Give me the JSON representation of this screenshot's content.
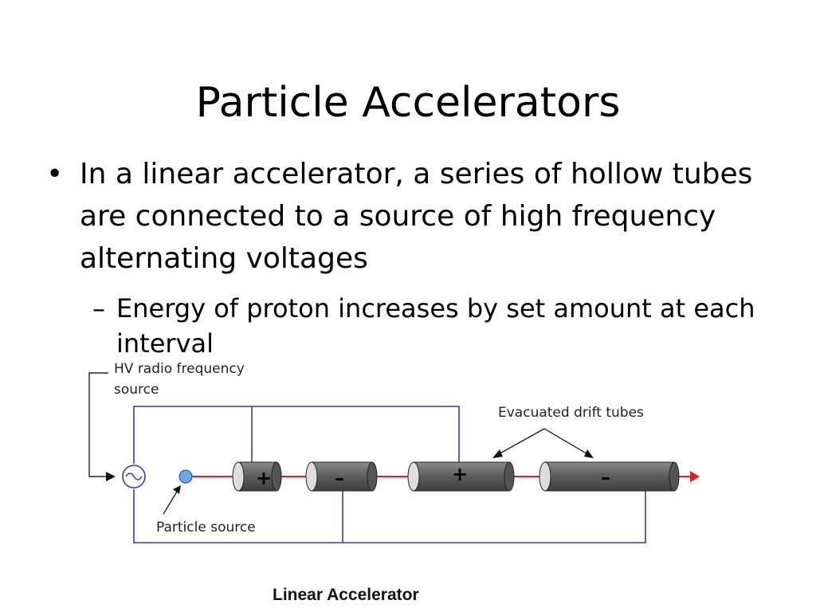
{
  "slide": {
    "title": "Particle Accelerators",
    "bullet": {
      "marker": "•",
      "text": "In a linear accelerator, a series of hollow tubes are connected to a source of high frequency alternating voltages"
    },
    "sub_bullet": {
      "marker": "–",
      "text": "Energy of proton increases by set amount at each interval"
    }
  },
  "diagram": {
    "label_hv_line1": "HV radio frequency",
    "label_hv_line2": "source",
    "label_drift_tubes": "Evacuated drift tubes",
    "label_particle_source": "Particle source",
    "tube_signs": [
      "+",
      "–",
      "+",
      "–"
    ],
    "caption": "Linear Accelerator",
    "colors": {
      "wire": "#3a3aa8",
      "beam": "#e02020",
      "tube": "#666666",
      "particle": "#6aa8e8"
    }
  }
}
